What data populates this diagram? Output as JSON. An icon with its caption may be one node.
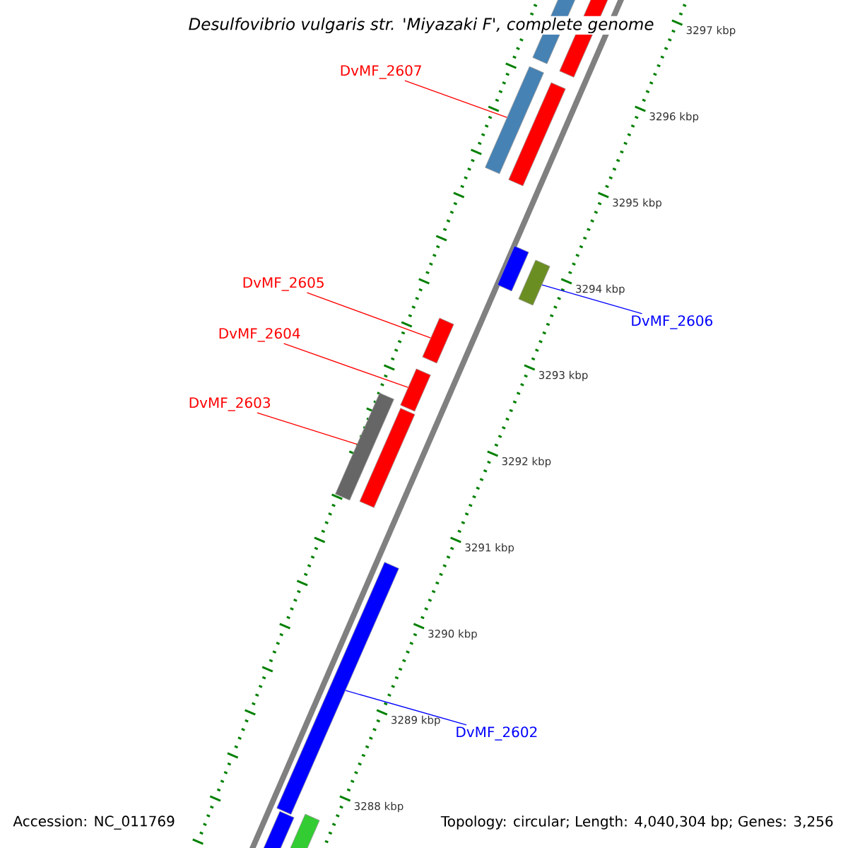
{
  "diagram": {
    "title": "Desulfovibrio vulgaris str. 'Miyazaki F', complete genome",
    "nodes": [
      {
        "text": [],
        "shape": "bar"
      },
      {
        "text": [],
        "shape": "bar"
      },
      {
        "text": [
          "DvMF_2607"
        ]
      },
      {
        "text": [],
        "shape": "bar"
      },
      {
        "text": [],
        "shape": "bar"
      },
      {
        "text": [],
        "shape": "bar"
      },
      {
        "text": [],
        "shape": "bar"
      },
      {
        "text": [
          "DvMF_2605"
        ]
      },
      {
        "text": [
          "DvMF_2606"
        ]
      },
      {
        "text": [],
        "shape": "bar"
      },
      {
        "text": [
          "DvMF_2604"
        ]
      },
      {
        "text": [],
        "shape": "bar"
      },
      {
        "text": [
          "DvMF_2603"
        ]
      },
      {
        "text": [],
        "shape": "bar"
      },
      {
        "text": [],
        "shape": "bar"
      },
      {
        "text": [],
        "shape": "bar"
      },
      {
        "text": [
          "DvMF_2602"
        ]
      },
      {
        "text": [],
        "shape": "bar"
      },
      {
        "text": [],
        "shape": "bar"
      }
    ],
    "edges": [
      {
        "from": 2,
        "to": 3,
        "arrow": "none"
      },
      {
        "from": 7,
        "to": 9,
        "arrow": "none"
      },
      {
        "from": 8,
        "to": 6,
        "arrow": "none",
        "color": "#0000ff"
      },
      {
        "from": 10,
        "to": 11,
        "arrow": "none"
      },
      {
        "from": 12,
        "to": 13,
        "arrow": "none"
      },
      {
        "from": 16,
        "to": 15,
        "arrow": "none",
        "color": "#0000ff"
      }
    ],
    "labels": [
      "3297 kbp",
      "3296 kbp",
      "3295 kbp",
      "3294 kbp",
      "3293 kbp",
      "3292 kbp",
      "3291 kbp",
      "3290 kbp",
      "3289 kbp",
      "3288 kbp",
      "Accession: NC_011769",
      "Topology: circular; Length: 4,040,304 bp; Genes: 3,256"
    ]
  }
}
